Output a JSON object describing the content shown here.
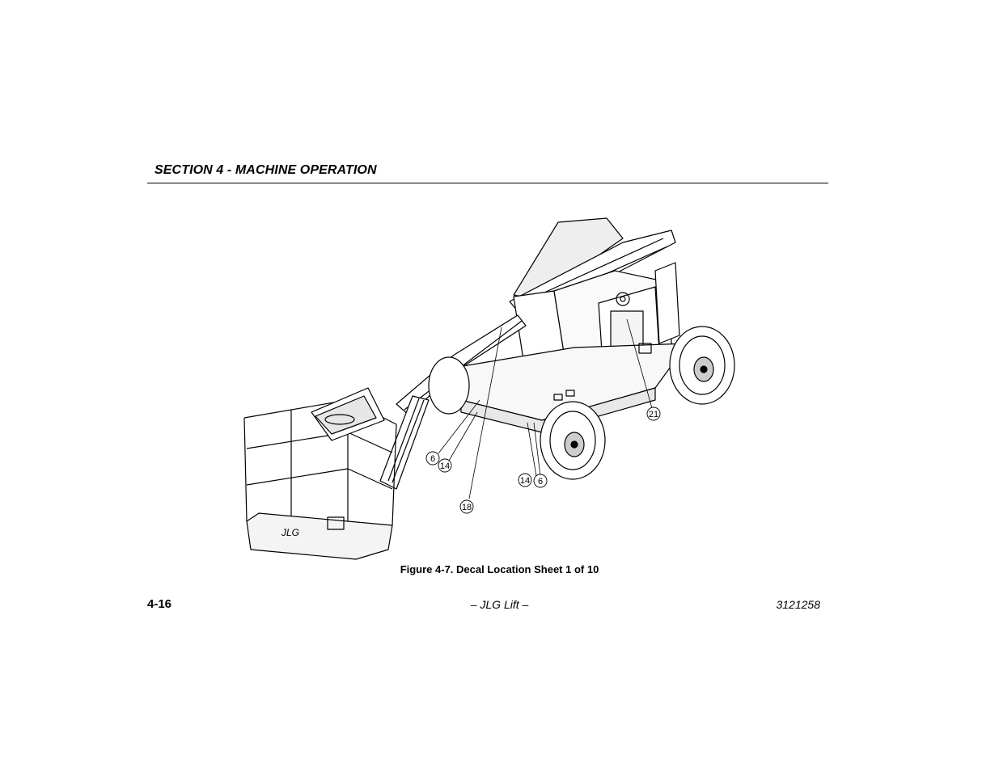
{
  "header": {
    "section_title": "SECTION 4 - MACHINE OPERATION"
  },
  "figure": {
    "caption": "Figure 4-7. Decal Location Sheet 1 of 10",
    "callouts": [
      "6",
      "14",
      "18",
      "14",
      "6",
      "21"
    ]
  },
  "footer": {
    "page_number": "4-16",
    "center_text": "– JLG Lift –",
    "doc_number": "3121258"
  }
}
